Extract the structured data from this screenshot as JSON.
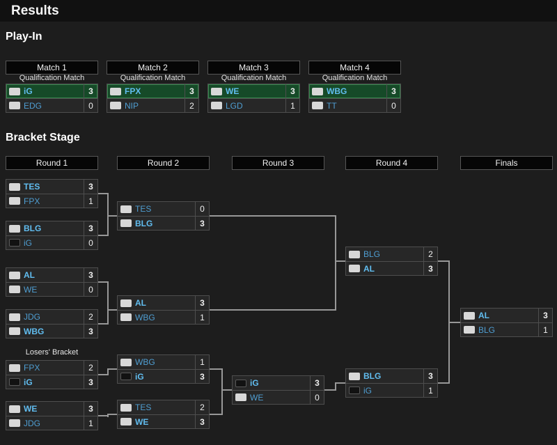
{
  "page": {
    "title": "Results"
  },
  "colors": {
    "background": "#1d1d1d",
    "team_link_blue": "#4f9ed2",
    "winner_text_blue": "#61bdf0",
    "winner_green_bg": "#164a28",
    "winner_green_border": "#37854d",
    "connector_line": "#989898",
    "box_border": "#4e4e4e"
  },
  "playin": {
    "heading": "Play-In",
    "qualification_label": "Qualification Match",
    "matches": [
      {
        "header": "Match 1",
        "top": {
          "name": "iG",
          "score": "3",
          "winner": true,
          "logo": "light"
        },
        "bottom": {
          "name": "EDG",
          "score": "0",
          "winner": false,
          "logo": "light"
        }
      },
      {
        "header": "Match 2",
        "top": {
          "name": "FPX",
          "score": "3",
          "winner": true,
          "logo": "light"
        },
        "bottom": {
          "name": "NIP",
          "score": "2",
          "winner": false,
          "logo": "light"
        }
      },
      {
        "header": "Match 3",
        "top": {
          "name": "WE",
          "score": "3",
          "winner": true,
          "logo": "light"
        },
        "bottom": {
          "name": "LGD",
          "score": "1",
          "winner": false,
          "logo": "light"
        }
      },
      {
        "header": "Match 4",
        "top": {
          "name": "WBG",
          "score": "3",
          "winner": true,
          "logo": "light"
        },
        "bottom": {
          "name": "TT",
          "score": "0",
          "winner": false,
          "logo": "light"
        }
      }
    ]
  },
  "bracket": {
    "heading": "Bracket Stage",
    "losers_label": "Losers' Bracket",
    "rounds": [
      {
        "label": "Round 1"
      },
      {
        "label": "Round 2"
      },
      {
        "label": "Round 3"
      },
      {
        "label": "Round 4"
      },
      {
        "label": "Finals"
      }
    ],
    "matches": [
      {
        "id": "r1m1",
        "top": {
          "name": "TES",
          "score": "3",
          "winner": true,
          "logo": "light"
        },
        "bottom": {
          "name": "FPX",
          "score": "1",
          "winner": false,
          "logo": "light"
        }
      },
      {
        "id": "r1m2",
        "top": {
          "name": "BLG",
          "score": "3",
          "winner": true,
          "logo": "light"
        },
        "bottom": {
          "name": "iG",
          "score": "0",
          "winner": false,
          "logo": "dark"
        }
      },
      {
        "id": "r1m3",
        "top": {
          "name": "AL",
          "score": "3",
          "winner": true,
          "logo": "light"
        },
        "bottom": {
          "name": "WE",
          "score": "0",
          "winner": false,
          "logo": "light"
        }
      },
      {
        "id": "r1m4",
        "top": {
          "name": "JDG",
          "score": "2",
          "winner": false,
          "logo": "light"
        },
        "bottom": {
          "name": "WBG",
          "score": "3",
          "winner": true,
          "logo": "light"
        }
      },
      {
        "id": "r1m5",
        "top": {
          "name": "FPX",
          "score": "2",
          "winner": false,
          "logo": "light"
        },
        "bottom": {
          "name": "iG",
          "score": "3",
          "winner": true,
          "logo": "dark"
        }
      },
      {
        "id": "r1m6",
        "top": {
          "name": "WE",
          "score": "3",
          "winner": true,
          "logo": "light"
        },
        "bottom": {
          "name": "JDG",
          "score": "1",
          "winner": false,
          "logo": "light"
        }
      },
      {
        "id": "r2m1",
        "top": {
          "name": "TES",
          "score": "0",
          "winner": false,
          "logo": "light"
        },
        "bottom": {
          "name": "BLG",
          "score": "3",
          "winner": true,
          "logo": "light"
        }
      },
      {
        "id": "r2m2",
        "top": {
          "name": "AL",
          "score": "3",
          "winner": true,
          "logo": "light"
        },
        "bottom": {
          "name": "WBG",
          "score": "1",
          "winner": false,
          "logo": "light"
        }
      },
      {
        "id": "r2m3",
        "top": {
          "name": "WBG",
          "score": "1",
          "winner": false,
          "logo": "light"
        },
        "bottom": {
          "name": "iG",
          "score": "3",
          "winner": true,
          "logo": "dark"
        }
      },
      {
        "id": "r2m4",
        "top": {
          "name": "TES",
          "score": "2",
          "winner": false,
          "logo": "light"
        },
        "bottom": {
          "name": "WE",
          "score": "3",
          "winner": true,
          "logo": "light"
        }
      },
      {
        "id": "r3m1",
        "top": {
          "name": "iG",
          "score": "3",
          "winner": true,
          "logo": "dark"
        },
        "bottom": {
          "name": "WE",
          "score": "0",
          "winner": false,
          "logo": "light"
        }
      },
      {
        "id": "r4m1",
        "top": {
          "name": "BLG",
          "score": "2",
          "winner": false,
          "logo": "light"
        },
        "bottom": {
          "name": "AL",
          "score": "3",
          "winner": true,
          "logo": "light"
        }
      },
      {
        "id": "r4m2",
        "top": {
          "name": "BLG",
          "score": "3",
          "winner": true,
          "logo": "light"
        },
        "bottom": {
          "name": "iG",
          "score": "1",
          "winner": false,
          "logo": "dark"
        }
      },
      {
        "id": "f1",
        "top": {
          "name": "AL",
          "score": "3",
          "winner": true,
          "logo": "light"
        },
        "bottom": {
          "name": "BLG",
          "score": "1",
          "winner": false,
          "logo": "light"
        }
      }
    ]
  }
}
